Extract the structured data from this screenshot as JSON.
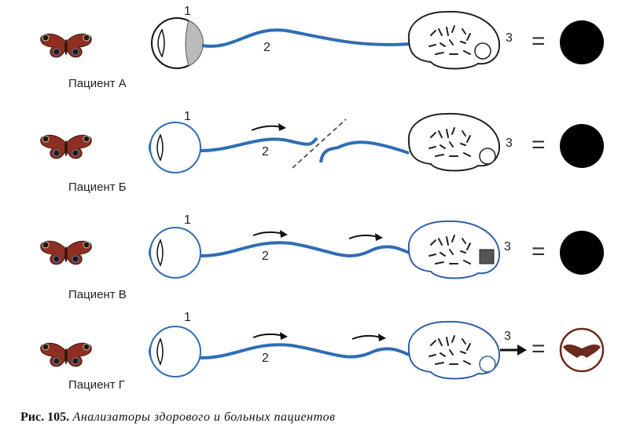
{
  "patients": [
    {
      "label": "Пациент А",
      "eye_num": "1",
      "nerve_num": "2",
      "brain_num": "3",
      "equals": "=",
      "result": "black"
    },
    {
      "label": "Пациент Б",
      "eye_num": "1",
      "nerve_num": "2",
      "brain_num": "3",
      "equals": "=",
      "result": "black"
    },
    {
      "label": "Пациент В",
      "eye_num": "1",
      "nerve_num": "2",
      "brain_num": "3",
      "equals": "=",
      "result": "black"
    },
    {
      "label": "Пациент Г",
      "eye_num": "1",
      "nerve_num": "2",
      "brain_num": "3",
      "equals": "=",
      "result": "butterfly"
    }
  ],
  "caption": {
    "prefix": "Рис. 105.",
    "text": "Анализаторы здорового и больных пациентов"
  },
  "colors": {
    "nerve": "#2f6db5",
    "brain_outline_blue": "#2f5fa8",
    "result_brown": "#6b2a1a",
    "butterfly_red": "#a33a2a"
  }
}
